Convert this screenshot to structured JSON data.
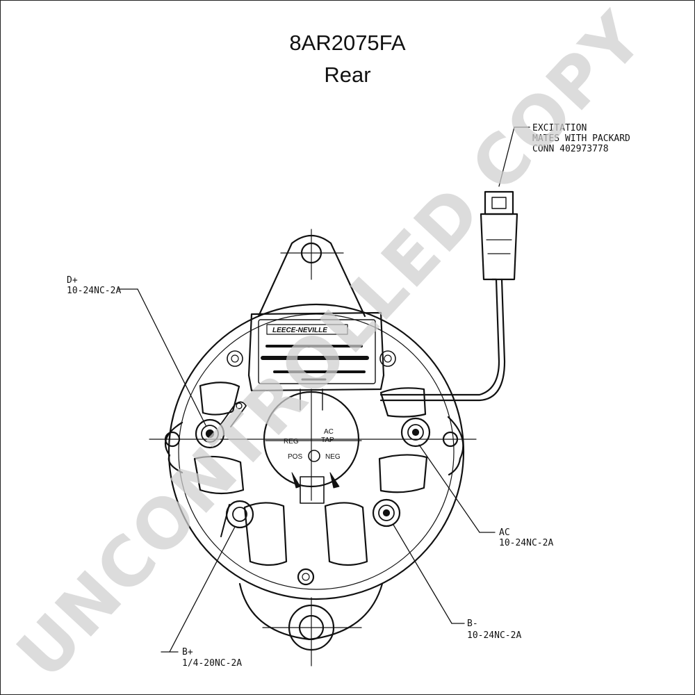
{
  "title": "8AR2075FA",
  "subtitle": "Rear",
  "callouts": {
    "excitation": {
      "line1": "EXCITATION",
      "line2": "MATES WITH PACKARD",
      "line3": "CONN 402973778"
    },
    "d_plus": {
      "line1": "D+",
      "line2": "10-24NC-2A"
    },
    "ac": {
      "line1": "AC",
      "line2": "10-24NC-2A"
    },
    "b_minus": {
      "line1": "B-",
      "line2": "10-24NC-2A"
    },
    "b_plus": {
      "line1": "B+",
      "line2": "1/4-20NC-2A"
    }
  },
  "regulator": {
    "brand": "LEECE-NEVILLE"
  },
  "terminal_panel": {
    "reg": "REG",
    "ac": "AC",
    "tap": "TAP",
    "pos": "POS",
    "neg": "NEG"
  },
  "watermark": "UNCONTROLLED COPY"
}
